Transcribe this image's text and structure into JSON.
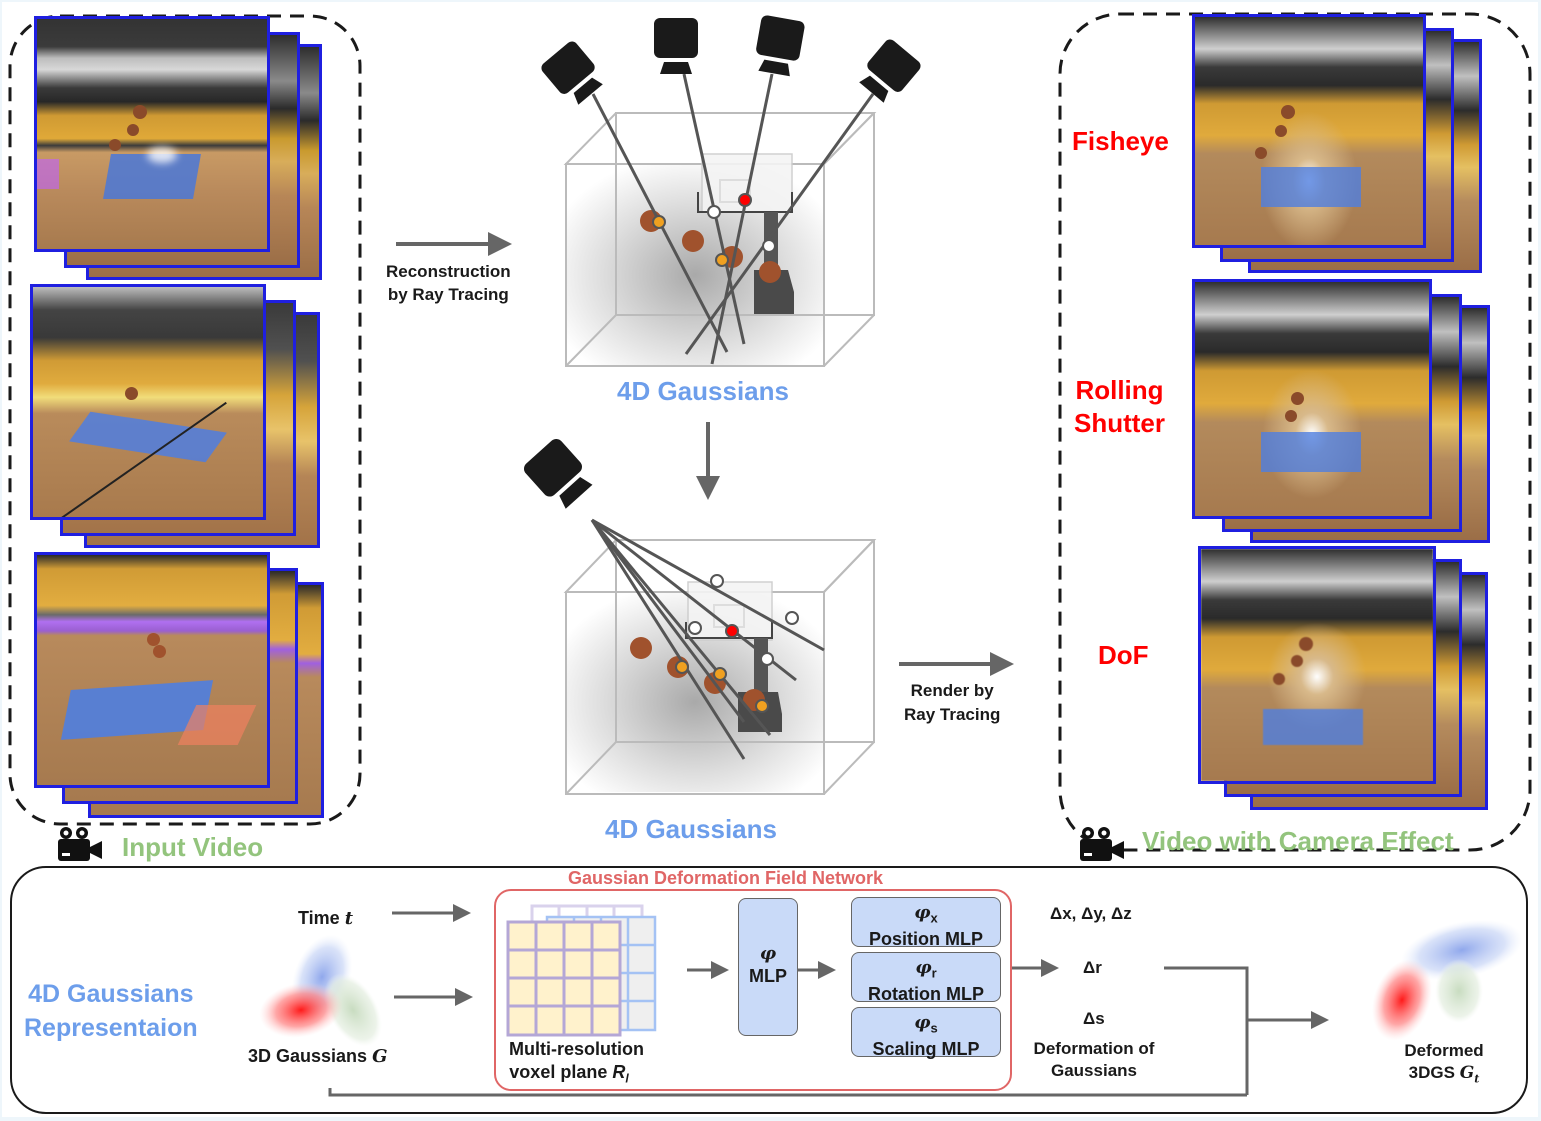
{
  "left_panel": {
    "caption": "Input Video",
    "caption_color": "#93c47d",
    "icon": "video-camera-icon"
  },
  "right_panel": {
    "caption": "Video with Camera Effect",
    "caption_color": "#93c47d",
    "icon": "video-camera-icon",
    "effects": [
      {
        "label": "Fisheye"
      },
      {
        "label": "Rolling Shutter",
        "line1": "Rolling",
        "line2": "Shutter"
      },
      {
        "label": "DoF"
      }
    ],
    "effect_color": "#ff0000"
  },
  "middle": {
    "reconstruct_label_1": "Reconstruction",
    "reconstruct_label_2": "by Ray Tracing",
    "render_label_1": "Render by",
    "render_label_2": "Ray Tracing",
    "gaussians_top": "4D Gaussians",
    "gaussians_bottom": "4D Gaussians",
    "gaussians_color": "#6d9eeb"
  },
  "bottom": {
    "section_title_1": "4D Gaussians",
    "section_title_2": "Representaion",
    "time_label": "Time ",
    "time_var": "t",
    "gaussians_label": "3D Gaussians ",
    "gaussians_var": "G",
    "network_title": "Gaussian Deformation Field  Network",
    "network_color": "#e06666",
    "voxel_label_1": "Multi-resolution",
    "voxel_label_2": "voxel plane ",
    "voxel_var": "R",
    "voxel_sub": "l",
    "mlp_phi": "φ",
    "mlp_label": "MLP",
    "heads": [
      {
        "sub": "x",
        "label": "Position MLP"
      },
      {
        "sub": "r",
        "label": "Rotation MLP"
      },
      {
        "sub": "s",
        "label": "Scaling MLP"
      }
    ],
    "delta_pos": "Δx, Δy, Δz",
    "delta_rot": "Δr",
    "delta_scale": "Δs",
    "deform_label_1": "Deformation of",
    "deform_label_2": "Gaussians",
    "output_label_1": "Deformed",
    "output_label_2": "3DGS ",
    "output_var": "G",
    "output_sub": "t"
  }
}
